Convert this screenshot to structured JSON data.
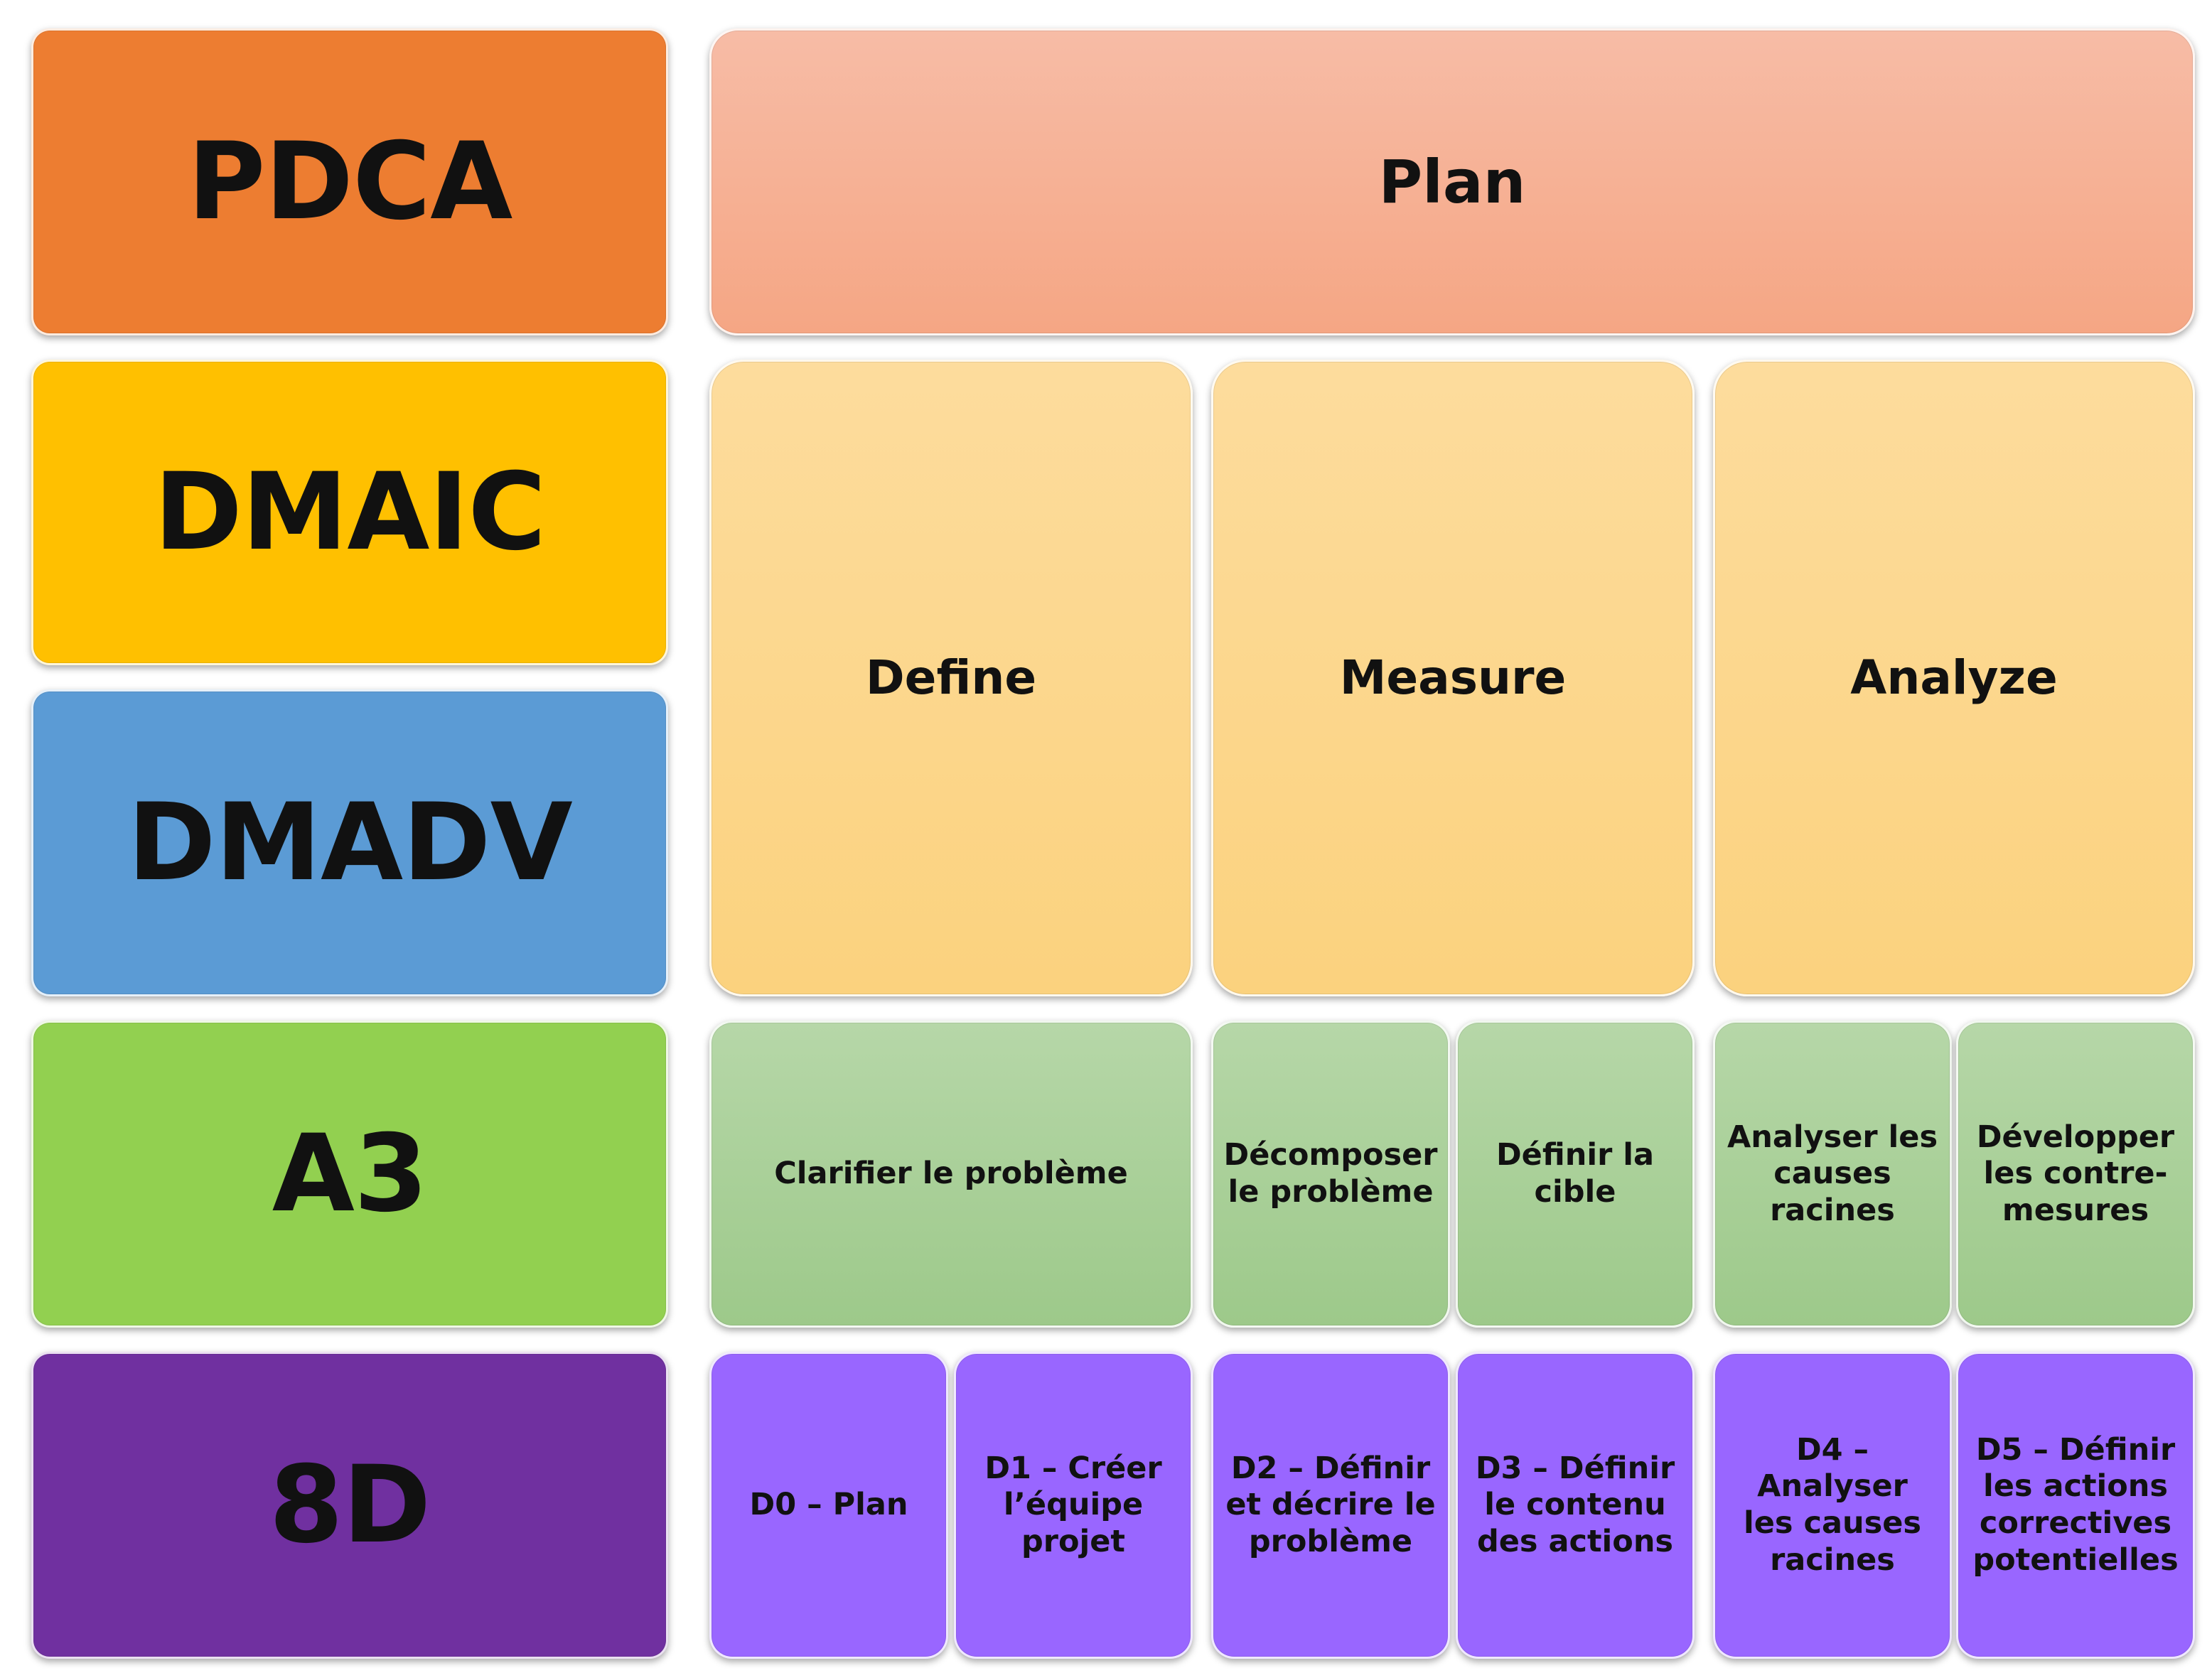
{
  "colors": {
    "pdca": "#ED7D31",
    "dmaic": "#FFC000",
    "dmadv": "#5B9BD5",
    "a3_method": "#92D050",
    "d8_method": "#7030A0",
    "plan_top": "#F7BCA6",
    "plan_bottom": "#F5A684",
    "dmaic_step_top": "#FDDC9D",
    "dmaic_step_bottom": "#FBD27E",
    "a3_step_top": "#B6D7A8",
    "a3_step_bottom": "#9DC98A",
    "d8_step": "#9966FF"
  },
  "methods": {
    "pdca": "PDCA",
    "dmaic": "DMAIC",
    "dmadv": "DMADV",
    "a3": "A3",
    "d8": "8D"
  },
  "pdca_phase": "Plan",
  "dmaic_phases": [
    "Define",
    "Measure",
    "Analyze"
  ],
  "a3_steps": [
    "Clarifier le problème",
    "Décomposer\nle problème",
    "Définir la\ncible",
    "Analyser les\ncauses\nracines",
    "Développer\nles contre-\nmesures"
  ],
  "d8_steps": [
    "D0 – Plan",
    "D1 – Créer\nl’équipe\nprojet",
    "D2 – Définir\net décrire le\nproblème",
    "D3 – Définir\nle contenu\ndes actions",
    "D4 – Analyser\nles causes\nracines",
    "D5 – Définir\nles actions\ncorrectives\npotentielles"
  ]
}
